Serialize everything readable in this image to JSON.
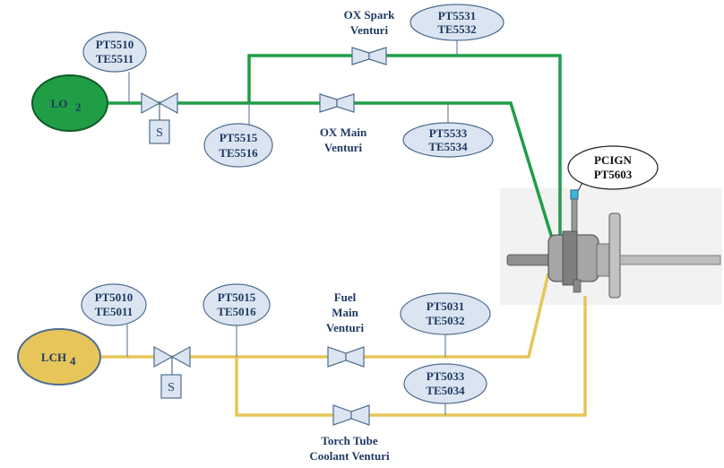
{
  "tanks": {
    "lox": {
      "label": "LO",
      "sub": "2",
      "color": "#1f9e45"
    },
    "lch4": {
      "label": "LCH",
      "sub": "4",
      "color": "#e6c65a"
    }
  },
  "sensors": {
    "s1": {
      "line1": "PT5510",
      "line2": "TE5511"
    },
    "s2": {
      "line1": "PT5531",
      "line2": "TE5532"
    },
    "s3": {
      "line1": "PT5515",
      "line2": "TE5516"
    },
    "s4": {
      "line1": "PT5533",
      "line2": "TE5534"
    },
    "s5": {
      "line1": "PT5010",
      "line2": "TE5011"
    },
    "s6": {
      "line1": "PT5015",
      "line2": "TE5016"
    },
    "s7": {
      "line1": "PT5031",
      "line2": "TE5032"
    },
    "s8": {
      "line1": "PT5033",
      "line2": "TE5034"
    },
    "pcign": {
      "line1": "PCIGN",
      "line2": "PT5603"
    }
  },
  "venturis": {
    "ox_spark": {
      "line1": "OX Spark",
      "line2": "Venturi"
    },
    "ox_main": {
      "line1": "OX Main",
      "line2": "Venturi"
    },
    "fuel_main": {
      "line1": "Fuel",
      "line2": "Main",
      "line3": "Venturi"
    },
    "torch_tube": {
      "line1": "Torch Tube",
      "line2": "Coolant Venturi"
    }
  },
  "solenoids": {
    "ox": "S",
    "fuel": "S"
  },
  "colors": {
    "ox_line": "#1f9e45",
    "fuel_line": "#e6c65a",
    "sensor_fill": "#dbe5f1",
    "label": "#1f3a63"
  }
}
